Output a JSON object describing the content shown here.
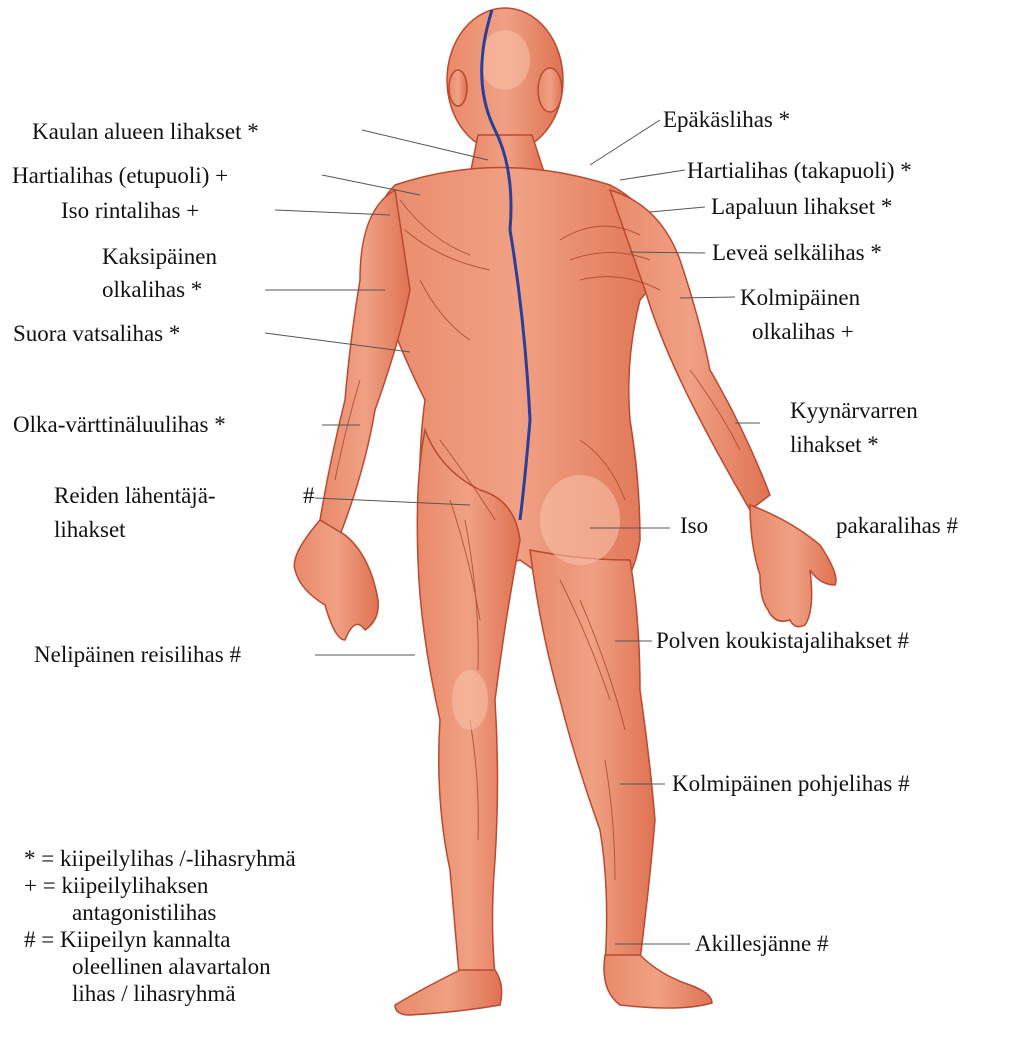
{
  "labels": {
    "kaulan": "Kaulan alueen lihakset *",
    "hartia_etu": "Hartialihas (etupuoli) +",
    "iso_rinta": "Iso rintalihas +",
    "kaksipainen_1": "Kaksipäinen",
    "kaksipainen_2": "olkalihas *",
    "suora_vatsa": "Suora vatsalihas *",
    "olka_vartt": "Olka-värttinäluulihas *",
    "reiden_1": "Reiden lähentäjä-",
    "reiden_hash": "#",
    "reiden_2": "lihakset",
    "nelipainen": "Nelipäinen reisilihas #",
    "epakas": "Epäkäslihas *",
    "hartia_taka": "Hartialihas (takapuoli) *",
    "lapaluu": "Lapaluun lihakset *",
    "levea": "Leveä selkälihas *",
    "kolmi_olka_1": "Kolmipäinen",
    "kolmi_olka_2": "olkalihas +",
    "kyynar_1": "Kyynärvarren",
    "kyynar_2": "lihakset *",
    "iso_paka_1": "Iso",
    "iso_paka_2": "pakaralihas #",
    "polven": "Polven koukistajalihakset #",
    "kolmi_pohje": "Kolmipäinen pohjelihas #",
    "akilles": "Akillesjänne #"
  },
  "legend": {
    "l1": "* = kiipeilylihas /-lihasryhmä",
    "l2": "+ = kiipeilylihaksen",
    "l3": "antagonistilihas",
    "l4": "# = Kiipeilyn kannalta",
    "l5": "oleellinen alavartalon",
    "l6": "lihas / lihasryhmä"
  },
  "colors": {
    "skin": "#e4795a",
    "skin_light": "#f2a88a",
    "skin_dark": "#b94a30",
    "midline": "#2a3f9a",
    "leader": "#555555"
  }
}
